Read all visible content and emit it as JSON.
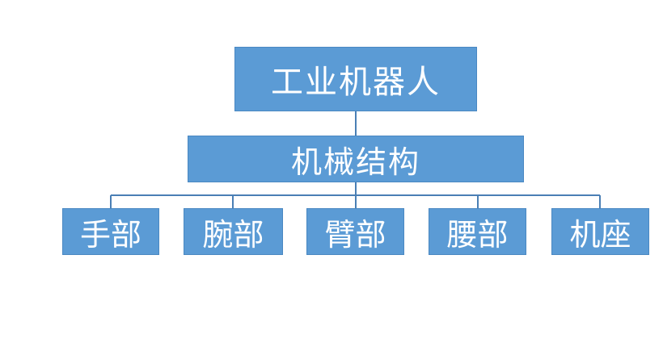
{
  "colors": {
    "box_fill": "#5b9bd5",
    "box_border": "#4a88c2",
    "connector": "#4a7fb5"
  },
  "root": {
    "label": "工业机器人"
  },
  "middle": {
    "label": "机械结构"
  },
  "leaves": [
    {
      "label": "手部"
    },
    {
      "label": "腕部"
    },
    {
      "label": "臂部"
    },
    {
      "label": "腰部"
    },
    {
      "label": "机座"
    }
  ]
}
